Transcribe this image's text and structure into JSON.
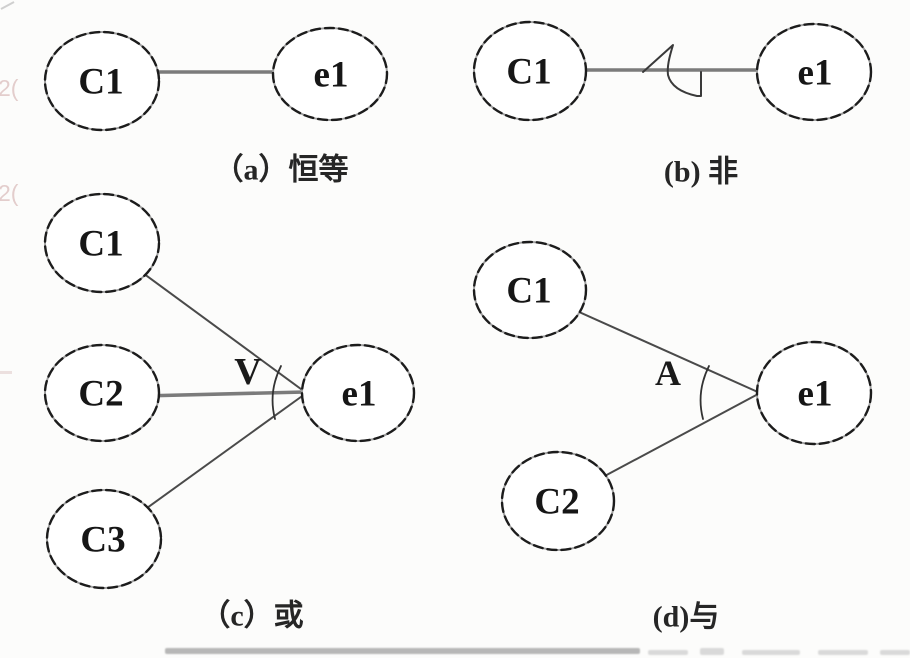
{
  "colors": {
    "paper": "#fcfcfb",
    "ink": "#1c1c1c",
    "edge_gray": "#7b7b7b",
    "edge_dark": "#4a4a4a",
    "margin_pink": "#d8c0c0"
  },
  "diagrams": {
    "a": {
      "caption": "（a）恒等",
      "nodes": {
        "cause": "C1",
        "effect": "e1"
      }
    },
    "b": {
      "caption": "(b) 非",
      "nodes": {
        "cause": "C1",
        "effect": "e1"
      }
    },
    "c": {
      "caption": "（c）或",
      "operator": "V",
      "nodes": {
        "cause1": "C1",
        "cause2": "C2",
        "cause3": "C3",
        "effect": "e1"
      }
    },
    "d": {
      "caption": "(d)与",
      "operator": "A",
      "nodes": {
        "cause1": "C1",
        "cause2": "C2",
        "effect": "e1"
      }
    }
  },
  "margin_artifacts": {
    "mark1": "2(",
    "mark2": "2("
  }
}
